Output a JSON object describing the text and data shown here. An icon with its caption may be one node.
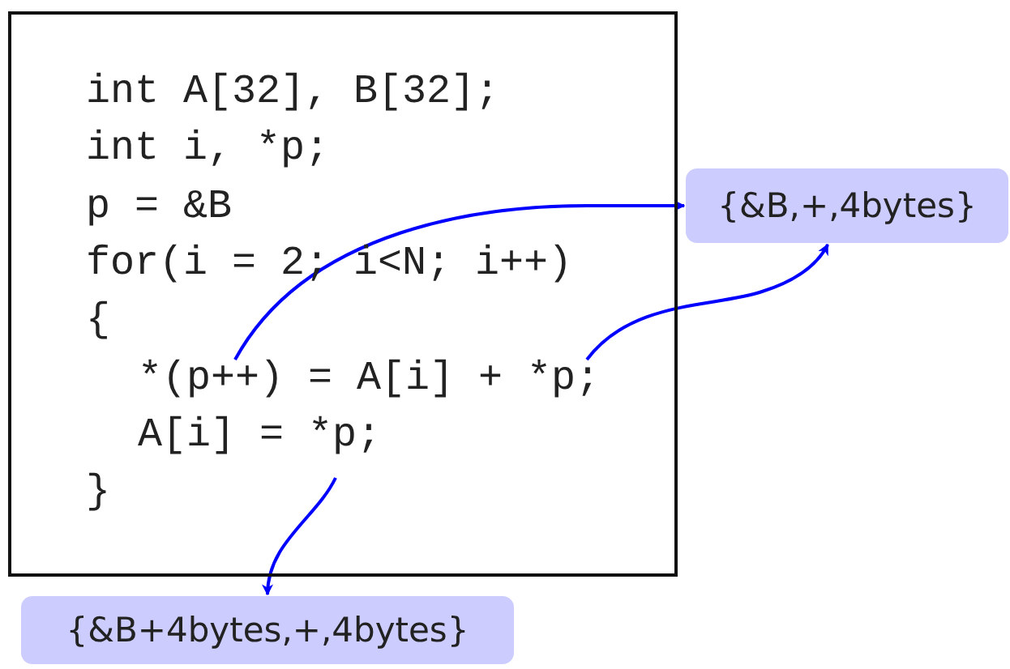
{
  "diagram": {
    "nodes": [
      {
        "text": [
          "int A[32], B[32];",
          "int i, *p;",
          "p = &B",
          "for(i = 2; i<N; i++)",
          "{",
          "*(p++) = A[i] + *p;",
          "A[i] = *p;",
          "}"
        ]
      },
      {
        "text": [
          "{&B,+,4bytes}"
        ]
      },
      {
        "text": [
          "{&B+4bytes,+,4bytes}"
        ]
      }
    ],
    "edges": [
      {
        "from": 0,
        "to": 1,
        "arrow": "to",
        "color": "#0000ff"
      },
      {
        "from": 0,
        "to": 1,
        "arrow": "to",
        "color": "#0000ff"
      },
      {
        "from": 0,
        "to": 2,
        "arrow": "to",
        "color": "#0000ff"
      }
    ]
  }
}
